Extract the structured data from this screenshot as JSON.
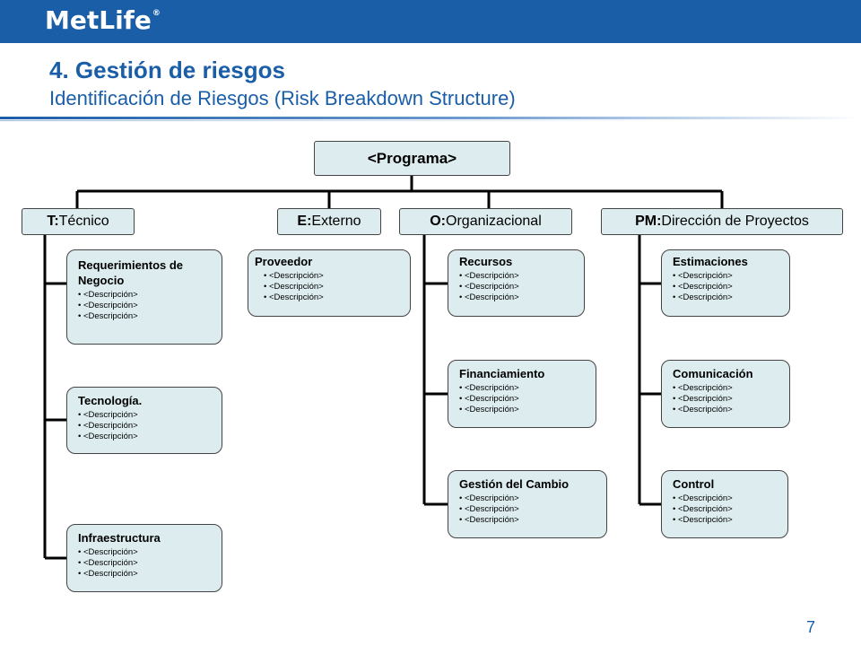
{
  "header": {
    "logo_text": "MetLife",
    "logo_mark": "®"
  },
  "title": "4. Gestión de riesgos",
  "subtitle": "Identificación de Riesgos (Risk Breakdown Structure)",
  "root": {
    "label": "<Programa>"
  },
  "categories": [
    {
      "prefix": "T:",
      "label": " Técnico"
    },
    {
      "prefix": "E:",
      "label": " Externo"
    },
    {
      "prefix": "O:",
      "label": " Organizacional"
    },
    {
      "prefix": "PM:",
      "label": " Dirección de Proyectos"
    }
  ],
  "items": {
    "req": {
      "title": "Requerimientos de Negocio",
      "bullets": [
        "<Descripción>",
        "<Descripción>",
        "<Descripción>"
      ]
    },
    "tec": {
      "title": "Tecnología.",
      "bullets": [
        "<Descripción>",
        "<Descripción>",
        "<Descripción>"
      ]
    },
    "inf": {
      "title": "Infraestructura",
      "bullets": [
        "<Descripción>",
        "<Descripción>",
        "<Descripción>"
      ]
    },
    "pro": {
      "title": "Proveedor",
      "bullets": [
        "<Descripción>",
        "<Descripción>",
        "<Descripción>"
      ]
    },
    "rec": {
      "title": "Recursos",
      "bullets": [
        "<Descripción>",
        "<Descripción>",
        "<Descripción>"
      ]
    },
    "fin": {
      "title": "Financiamiento",
      "bullets": [
        "<Descripción>",
        "<Descripción>",
        "<Descripción>"
      ]
    },
    "ges": {
      "title": "Gestión del Cambio",
      "bullets": [
        "<Descripción>",
        "<Descripción>",
        "<Descripción>"
      ]
    },
    "est": {
      "title": "Estimaciones",
      "bullets": [
        "<Descripción>",
        "<Descripción>",
        "<Descripción>"
      ]
    },
    "com": {
      "title": "Comunicación",
      "bullets": [
        "<Descripción>",
        "<Descripción>",
        "<Descripción>"
      ]
    },
    "con": {
      "title": "Control",
      "bullets": [
        "<Descripción>",
        "<Descripción>",
        "<Descripción>"
      ]
    }
  },
  "page_number": "7",
  "colors": {
    "brand": "#1a5ea8",
    "box_fill": "#dcecef"
  }
}
